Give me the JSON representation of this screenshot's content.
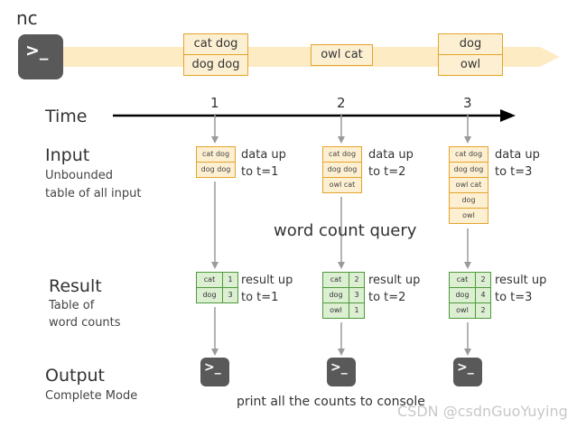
{
  "source_label": "nc",
  "terminal_icon": "terminal-icon",
  "stream": [
    {
      "lines": [
        "cat dog",
        "dog dog"
      ]
    },
    {
      "lines": [
        "owl cat"
      ]
    },
    {
      "lines": [
        "dog",
        "owl"
      ]
    }
  ],
  "time_label": "Time",
  "ticks": [
    "1",
    "2",
    "3"
  ],
  "input": {
    "title": "Input",
    "subtitle_1": "Unbounded",
    "subtitle_2": "table of all input",
    "tables": [
      {
        "rows": [
          "cat dog",
          "dog dog"
        ],
        "note_1": "data up",
        "note_2": "to t=1"
      },
      {
        "rows": [
          "cat dog",
          "dog dog",
          "owl cat"
        ],
        "note_1": "data up",
        "note_2": "to t=2"
      },
      {
        "rows": [
          "cat dog",
          "dog dog",
          "owl cat",
          "dog",
          "owl"
        ],
        "note_1": "data up",
        "note_2": "to t=3"
      }
    ]
  },
  "query_label": "word count query",
  "result": {
    "title": "Result",
    "subtitle_1": "Table of",
    "subtitle_2": "word counts",
    "tables": [
      {
        "rows": [
          [
            "cat",
            "1"
          ],
          [
            "dog",
            "3"
          ]
        ],
        "note_1": "result up",
        "note_2": "to t=1"
      },
      {
        "rows": [
          [
            "cat",
            "2"
          ],
          [
            "dog",
            "3"
          ],
          [
            "owl",
            "1"
          ]
        ],
        "note_1": "result up",
        "note_2": "to t=2"
      },
      {
        "rows": [
          [
            "cat",
            "2"
          ],
          [
            "dog",
            "4"
          ],
          [
            "owl",
            "2"
          ]
        ],
        "note_1": "result up",
        "note_2": "to t=3"
      }
    ]
  },
  "output": {
    "title": "Output",
    "subtitle": "Complete Mode",
    "note": "print all the counts to console"
  },
  "watermark": "CSDN @csdnGuoYuying",
  "colors": {
    "stream_fill": "#fdebc4",
    "input_fill": "#fdf0d2",
    "input_border": "#e5a32c",
    "result_fill": "#dcefd2",
    "result_border": "#4f9a3b",
    "terminal": "#595959",
    "arrow": "#9a9a9a"
  }
}
